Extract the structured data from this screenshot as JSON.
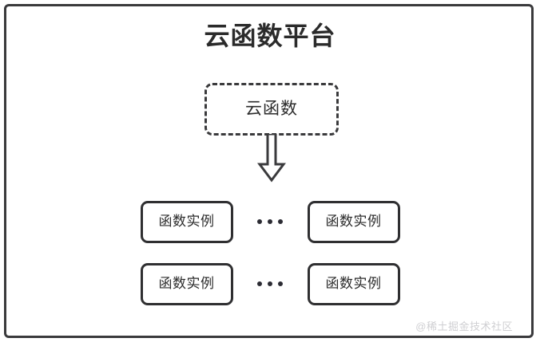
{
  "diagram": {
    "type": "block-diagram",
    "background_color": "#ffffff",
    "stroke_color": "#3a3a3c",
    "text_color": "#2b2b2b",
    "platform": {
      "title": "云函数平台",
      "border_style": "solid"
    },
    "cloud_function": {
      "label": "云函数",
      "border_style": "dashed"
    },
    "arrow": {
      "icon_name": "down-block-arrow",
      "direction": "down"
    },
    "instance_rows": [
      {
        "row_id": "row-1",
        "left_box": {
          "label": "函数实例"
        },
        "separator": {
          "label": "...",
          "dot_count": 3
        },
        "right_box": {
          "label": "函数实例"
        }
      },
      {
        "row_id": "row-2",
        "left_box": {
          "label": "函数实例"
        },
        "separator": {
          "label": "...",
          "dot_count": 3
        },
        "right_box": {
          "label": "函数实例"
        }
      }
    ],
    "watermark": {
      "text": "@稀土掘金技术社区",
      "color": "#cfcfd2"
    }
  }
}
